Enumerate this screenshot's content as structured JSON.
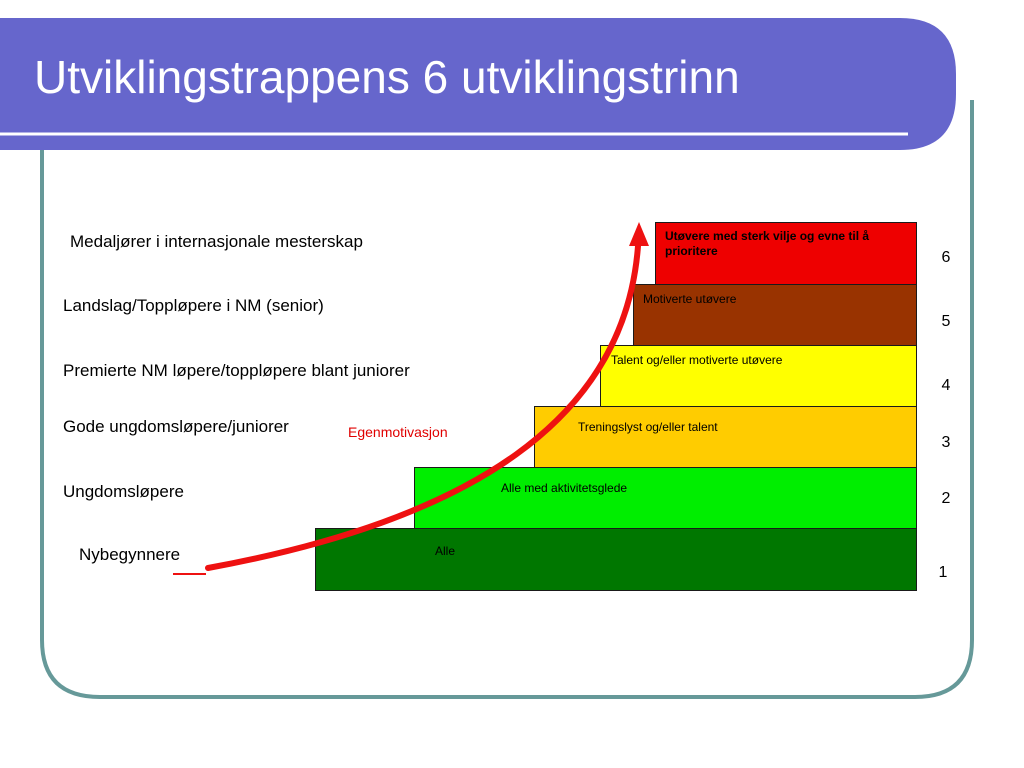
{
  "title": "Utviklingstrappens 6 utviklingstrinn",
  "colors": {
    "header": "#6666cc",
    "frame_border": "#669999",
    "arrow": "#ee1111"
  },
  "levels": [
    "Medaljører i internasjonale mesterskap",
    "Landslag/Toppløpere i NM (senior)",
    "Premierte NM løpere/toppløpere blant juniorer",
    "Gode ungdomsløpere/juniorer",
    "Ungdomsløpere",
    "Nybegynnere"
  ],
  "steps": [
    {
      "number": "1",
      "text": "Alle",
      "color": "#007700"
    },
    {
      "number": "2",
      "text": "Alle med aktivitetsglede",
      "color": "#00ee00"
    },
    {
      "number": "3",
      "text": "Treningslyst  og/eller talent",
      "color": "#ffcc00"
    },
    {
      "number": "4",
      "text": "Talent og/eller motiverte utøvere",
      "color": "#ffff00"
    },
    {
      "number": "5",
      "text": "Motiverte utøvere",
      "color": "#993300"
    },
    {
      "number": "6",
      "text": "Utøvere med sterk vilje og evne til å prioritere",
      "color": "#ee0000"
    }
  ],
  "arrow_label": "Egenmotivasjon"
}
